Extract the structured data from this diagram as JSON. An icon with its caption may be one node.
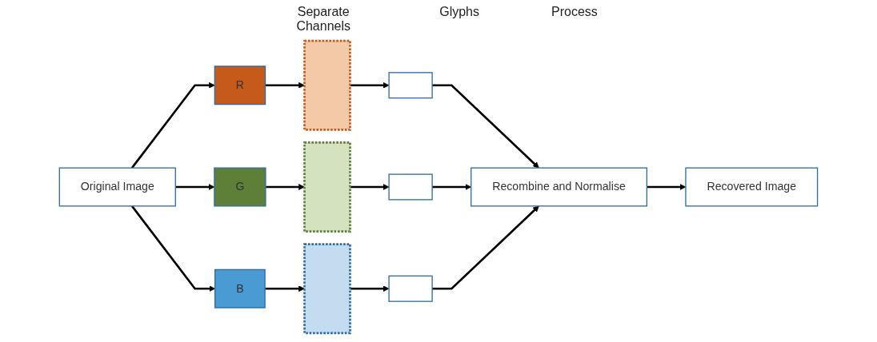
{
  "diagram": {
    "nodes": [
      {
        "text": [
          "Original Image"
        ]
      },
      {
        "text": [
          "R"
        ]
      },
      {
        "text": [
          "G"
        ]
      },
      {
        "text": [
          "B"
        ]
      },
      {
        "text": [],
        "shape": "box"
      },
      {
        "text": [],
        "shape": "box"
      },
      {
        "text": [],
        "shape": "box"
      },
      {
        "text": [],
        "shape": "bar"
      },
      {
        "text": [],
        "shape": "bar"
      },
      {
        "text": [],
        "shape": "bar"
      },
      {
        "text": [
          "Recombine and Normalise"
        ]
      },
      {
        "text": [
          "Recovered Image"
        ]
      }
    ],
    "edges": [
      {
        "from": 0,
        "to": 1,
        "arrow": "to"
      },
      {
        "from": 0,
        "to": 2,
        "arrow": "to"
      },
      {
        "from": 0,
        "to": 3,
        "arrow": "to"
      },
      {
        "from": 1,
        "to": 4,
        "arrow": "to"
      },
      {
        "from": 2,
        "to": 5,
        "arrow": "to"
      },
      {
        "from": 3,
        "to": 6,
        "arrow": "to"
      },
      {
        "from": 4,
        "to": 7,
        "arrow": "to"
      },
      {
        "from": 5,
        "to": 8,
        "arrow": "to"
      },
      {
        "from": 6,
        "to": 9,
        "arrow": "to"
      },
      {
        "from": 7,
        "to": 10,
        "arrow": "to"
      },
      {
        "from": 8,
        "to": 10,
        "arrow": "to"
      },
      {
        "from": 9,
        "to": 10,
        "arrow": "to"
      },
      {
        "from": 10,
        "to": 11,
        "arrow": "to"
      }
    ],
    "labels": [
      "Separate Channels",
      "Glyphs",
      "Process"
    ]
  }
}
